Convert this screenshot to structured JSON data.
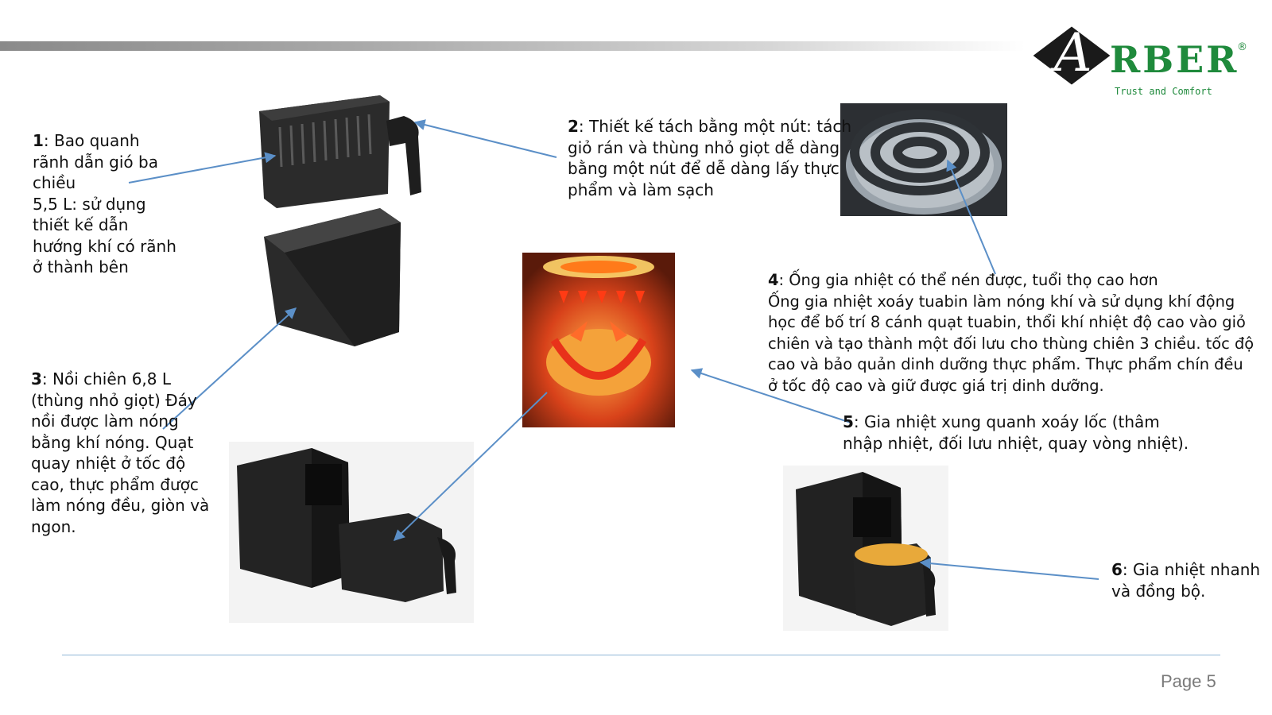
{
  "logo": {
    "mark": "A",
    "word": "RBER",
    "reg": "®",
    "tagline": "Trust and Comfort"
  },
  "callouts": {
    "c1": {
      "num": "1",
      "lines": [
        ": Bao quanh",
        "rãnh dẫn gió ba",
        "chiều",
        "5,5 L: sử dụng",
        "thiết kế dẫn",
        "hướng khí có rãnh",
        "ở thành bên"
      ]
    },
    "c2": {
      "num": "2",
      "lines": [
        ": Thiết kế tách bằng một nút: tách",
        "giỏ rán và thùng nhỏ giọt dễ dàng",
        "bằng một nút để dễ dàng lấy thực",
        "phẩm và làm sạch"
      ]
    },
    "c3": {
      "num": "3",
      "lines": [
        ": Nồi chiên 6,8 L",
        "(thùng nhỏ giọt) Đáy",
        "nồi được làm nóng",
        "bằng khí nóng. Quạt",
        "quay nhiệt ở tốc độ",
        "cao, thực phẩm được",
        "làm nóng đều, giòn và",
        "ngon."
      ]
    },
    "c4": {
      "num": "4",
      "lines": [
        ": Ống gia nhiệt có thể nén được, tuổi thọ cao hơn",
        "Ống gia nhiệt xoáy tuabin làm nóng khí và sử dụng khí động",
        "học để bố trí 8 cánh quạt tuabin, thổi khí nhiệt độ cao vào giỏ",
        "chiên và tạo thành một đối lưu cho thùng chiên 3 chiều. tốc độ",
        "cao và bảo quản dinh dưỡng thực phẩm. Thực phẩm chín đều",
        "ở tốc độ cao và giữ được giá trị dinh dưỡng."
      ]
    },
    "c5": {
      "num": "5",
      "lines": [
        ": Gia nhiệt xung quanh xoáy lốc (thâm",
        "nhập nhiệt, đối lưu nhiệt, quay vòng nhiệt)."
      ]
    },
    "c6": {
      "num": "6",
      "lines": [
        ": Gia nhiệt nhanh",
        "và đồng bộ."
      ]
    }
  },
  "page_number": "Page 5",
  "colors": {
    "logo_green": "#1f8a3c",
    "arrow_blue": "#5b8fc7",
    "heat_orange": "#e8501a"
  },
  "icons": [
    "fryer-basket",
    "fryer-drawer",
    "heating-coil",
    "convection-chamber",
    "air-fryer-open",
    "air-fryer-fries"
  ]
}
